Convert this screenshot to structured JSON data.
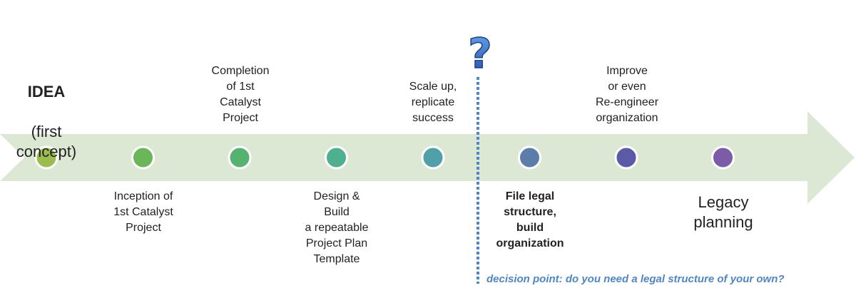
{
  "timeline": {
    "arrow_color": "#dde8d4",
    "milestones": [
      {
        "color": "#9dbb4f",
        "above": "",
        "below": ""
      },
      {
        "color": "#6ab759",
        "above": "",
        "below": "Inception of\n1st Catalyst\nProject"
      },
      {
        "color": "#55b36f",
        "above": "Completion\nof 1st\nCatalyst\nProject",
        "below": ""
      },
      {
        "color": "#4fb08f",
        "above": "",
        "below": "Design &\nBuild\na repeatable\nProject Plan\nTemplate"
      },
      {
        "color": "#4fa0a8",
        "above": "Scale up,\nreplicate\nsuccess",
        "below": ""
      },
      {
        "color": "#5a7ea9",
        "above": "",
        "below": "File legal\nstructure,\nbuild\norganization"
      },
      {
        "color": "#5b5aa6",
        "above": "Improve\nor even\nRe-engineer\norganization",
        "below": ""
      },
      {
        "color": "#7a5ca8",
        "above": "",
        "below": "Legacy\nplanning"
      }
    ]
  },
  "idea": {
    "title": "IDEA",
    "subtitle": "(first\nconcept)"
  },
  "decision": {
    "caption": "decision point: do you need a legal structure of your own?",
    "line_color": "#4f86c6",
    "icon": "question-mark-icon"
  }
}
